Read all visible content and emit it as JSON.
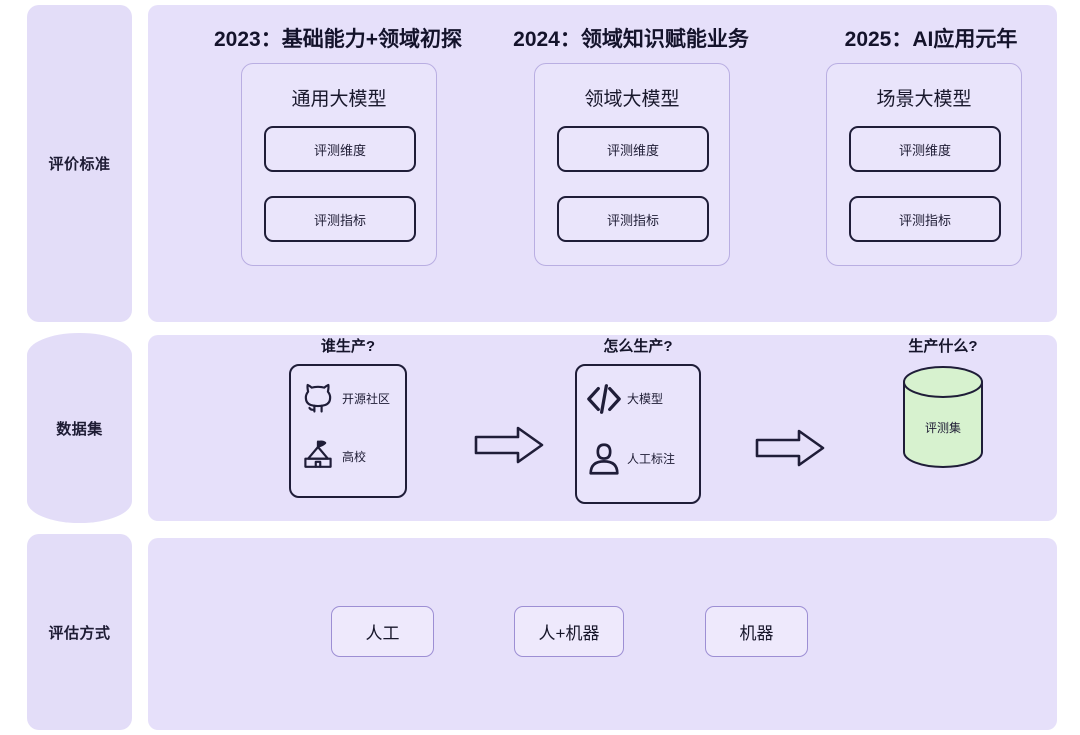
{
  "colors": {
    "page_background": "#ffffff",
    "panel_background": "#e6e0fa",
    "label_pill_background": "#e3ddf8",
    "card_background": "#e9e4fb",
    "card_border": "#b9aee2",
    "outline_dark": "#1f1d38",
    "cylinder_fill": "#d7f2cf",
    "method_border": "#9d8fd4",
    "text_dark": "#17162a"
  },
  "rows": [
    {
      "id": "criteria",
      "label": "评价标准",
      "shape": "rounded-rect",
      "years": [
        {
          "title": "2023：基础能力+领域初探",
          "model": "通用大模型",
          "metrics": [
            "评测维度",
            "评测指标"
          ]
        },
        {
          "title": "2024：领域知识赋能业务",
          "model": "领域大模型",
          "metrics": [
            "评测维度",
            "评测指标"
          ]
        },
        {
          "title": "2025：AI应用元年",
          "model": "场景大模型",
          "metrics": [
            "评测维度",
            "评测指标"
          ]
        }
      ]
    },
    {
      "id": "dataset",
      "label": "数据集",
      "shape": "cylinder",
      "steps": [
        {
          "question": "谁生产?",
          "items": [
            {
              "icon": "github-icon",
              "text": "开源社区"
            },
            {
              "icon": "university-icon",
              "text": "高校"
            }
          ]
        },
        {
          "question": "怎么生产?",
          "items": [
            {
              "icon": "code-brackets-icon",
              "text": "大模型"
            },
            {
              "icon": "person-icon",
              "text": "人工标注"
            }
          ]
        },
        {
          "question": "生产什么?",
          "output": "评测集",
          "output_shape": "cylinder"
        }
      ],
      "arrows": [
        "arrow-right-icon",
        "arrow-right-icon"
      ]
    },
    {
      "id": "method",
      "label": "评估方式",
      "shape": "rounded-rect",
      "options": [
        "人工",
        "人+机器",
        "机器"
      ]
    }
  ]
}
